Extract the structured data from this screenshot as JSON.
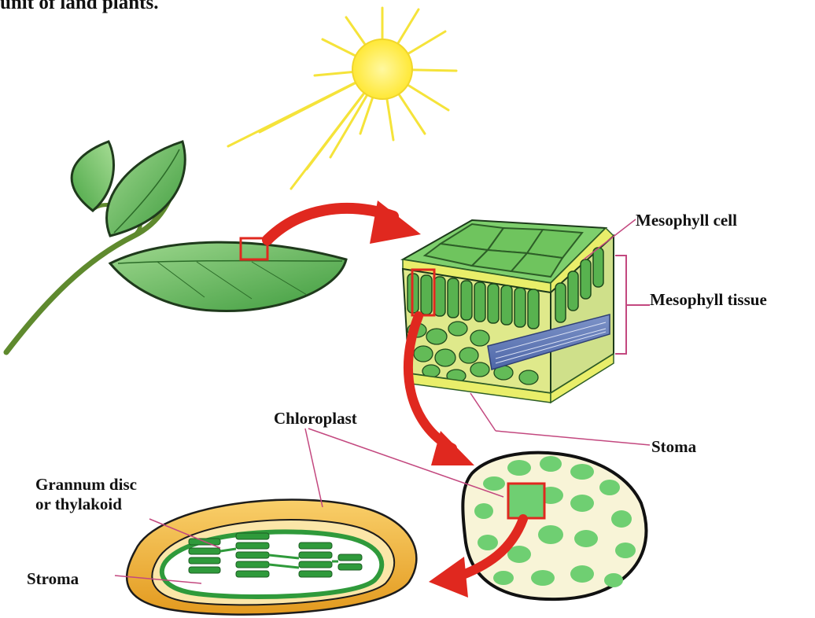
{
  "header_fragment": "unit of land plants.",
  "labels": {
    "mesophyll_cell": "Mesophyll cell",
    "mesophyll_tissue": "Mesophyll tissue",
    "stoma": "Stoma",
    "chloroplast": "Chloroplast",
    "granum": "Grannum disc or thylakoid",
    "stroma": "Stroma"
  },
  "colors": {
    "leaf_green": "#5ab552",
    "leaf_outline": "#1f3a1c",
    "sun_yellow": "#ffec3d",
    "arrow_red": "#e0281f",
    "callout_pink": "#c3487f",
    "chloroplast_orange": "#f3b43f",
    "thylakoid_green": "#2f9a3b",
    "cell_wall_yellow": "#e9ee6a"
  }
}
